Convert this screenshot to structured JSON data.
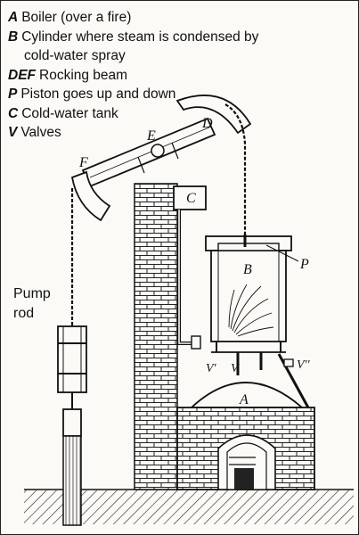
{
  "legend": [
    {
      "key": "A",
      "text": "Boiler (over a fire)",
      "cont": ""
    },
    {
      "key": "B",
      "text": "Cylinder where steam is condensed by",
      "cont": "cold-water spray"
    },
    {
      "key": "DEF",
      "text": "Rocking beam",
      "cont": ""
    },
    {
      "key": "P",
      "text": "Piston goes up and down",
      "cont": ""
    },
    {
      "key": "C",
      "text": "Cold-water tank",
      "cont": ""
    },
    {
      "key": "V",
      "text": "Valves",
      "cont": ""
    }
  ],
  "pump_rod": {
    "line1": "Pump",
    "line2": "rod"
  },
  "labels": {
    "A": "A",
    "B": "B",
    "C": "C",
    "D": "D",
    "E": "E",
    "F": "F",
    "P": "P",
    "V": "V",
    "V1": "V'",
    "V2": "V''"
  }
}
